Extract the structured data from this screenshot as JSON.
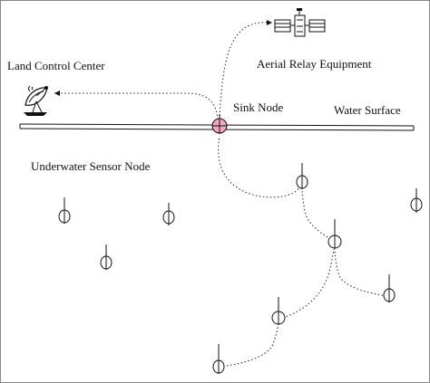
{
  "labels": {
    "land_control_center": "Land Control Center",
    "aerial_relay_equipment": "Aerial Relay Equipment",
    "sink_node": "Sink Node",
    "water_surface": "Water Surface",
    "underwater_sensor_node": "Underwater Sensor Node"
  },
  "colors": {
    "sink_node_fill": "#f3a7c0",
    "line": "#111111"
  },
  "icons": {
    "ground_station": "satellite-dish-icon",
    "relay": "satellite-icon",
    "sensor": "sensor-node-icon",
    "sink": "sink-node-icon"
  }
}
